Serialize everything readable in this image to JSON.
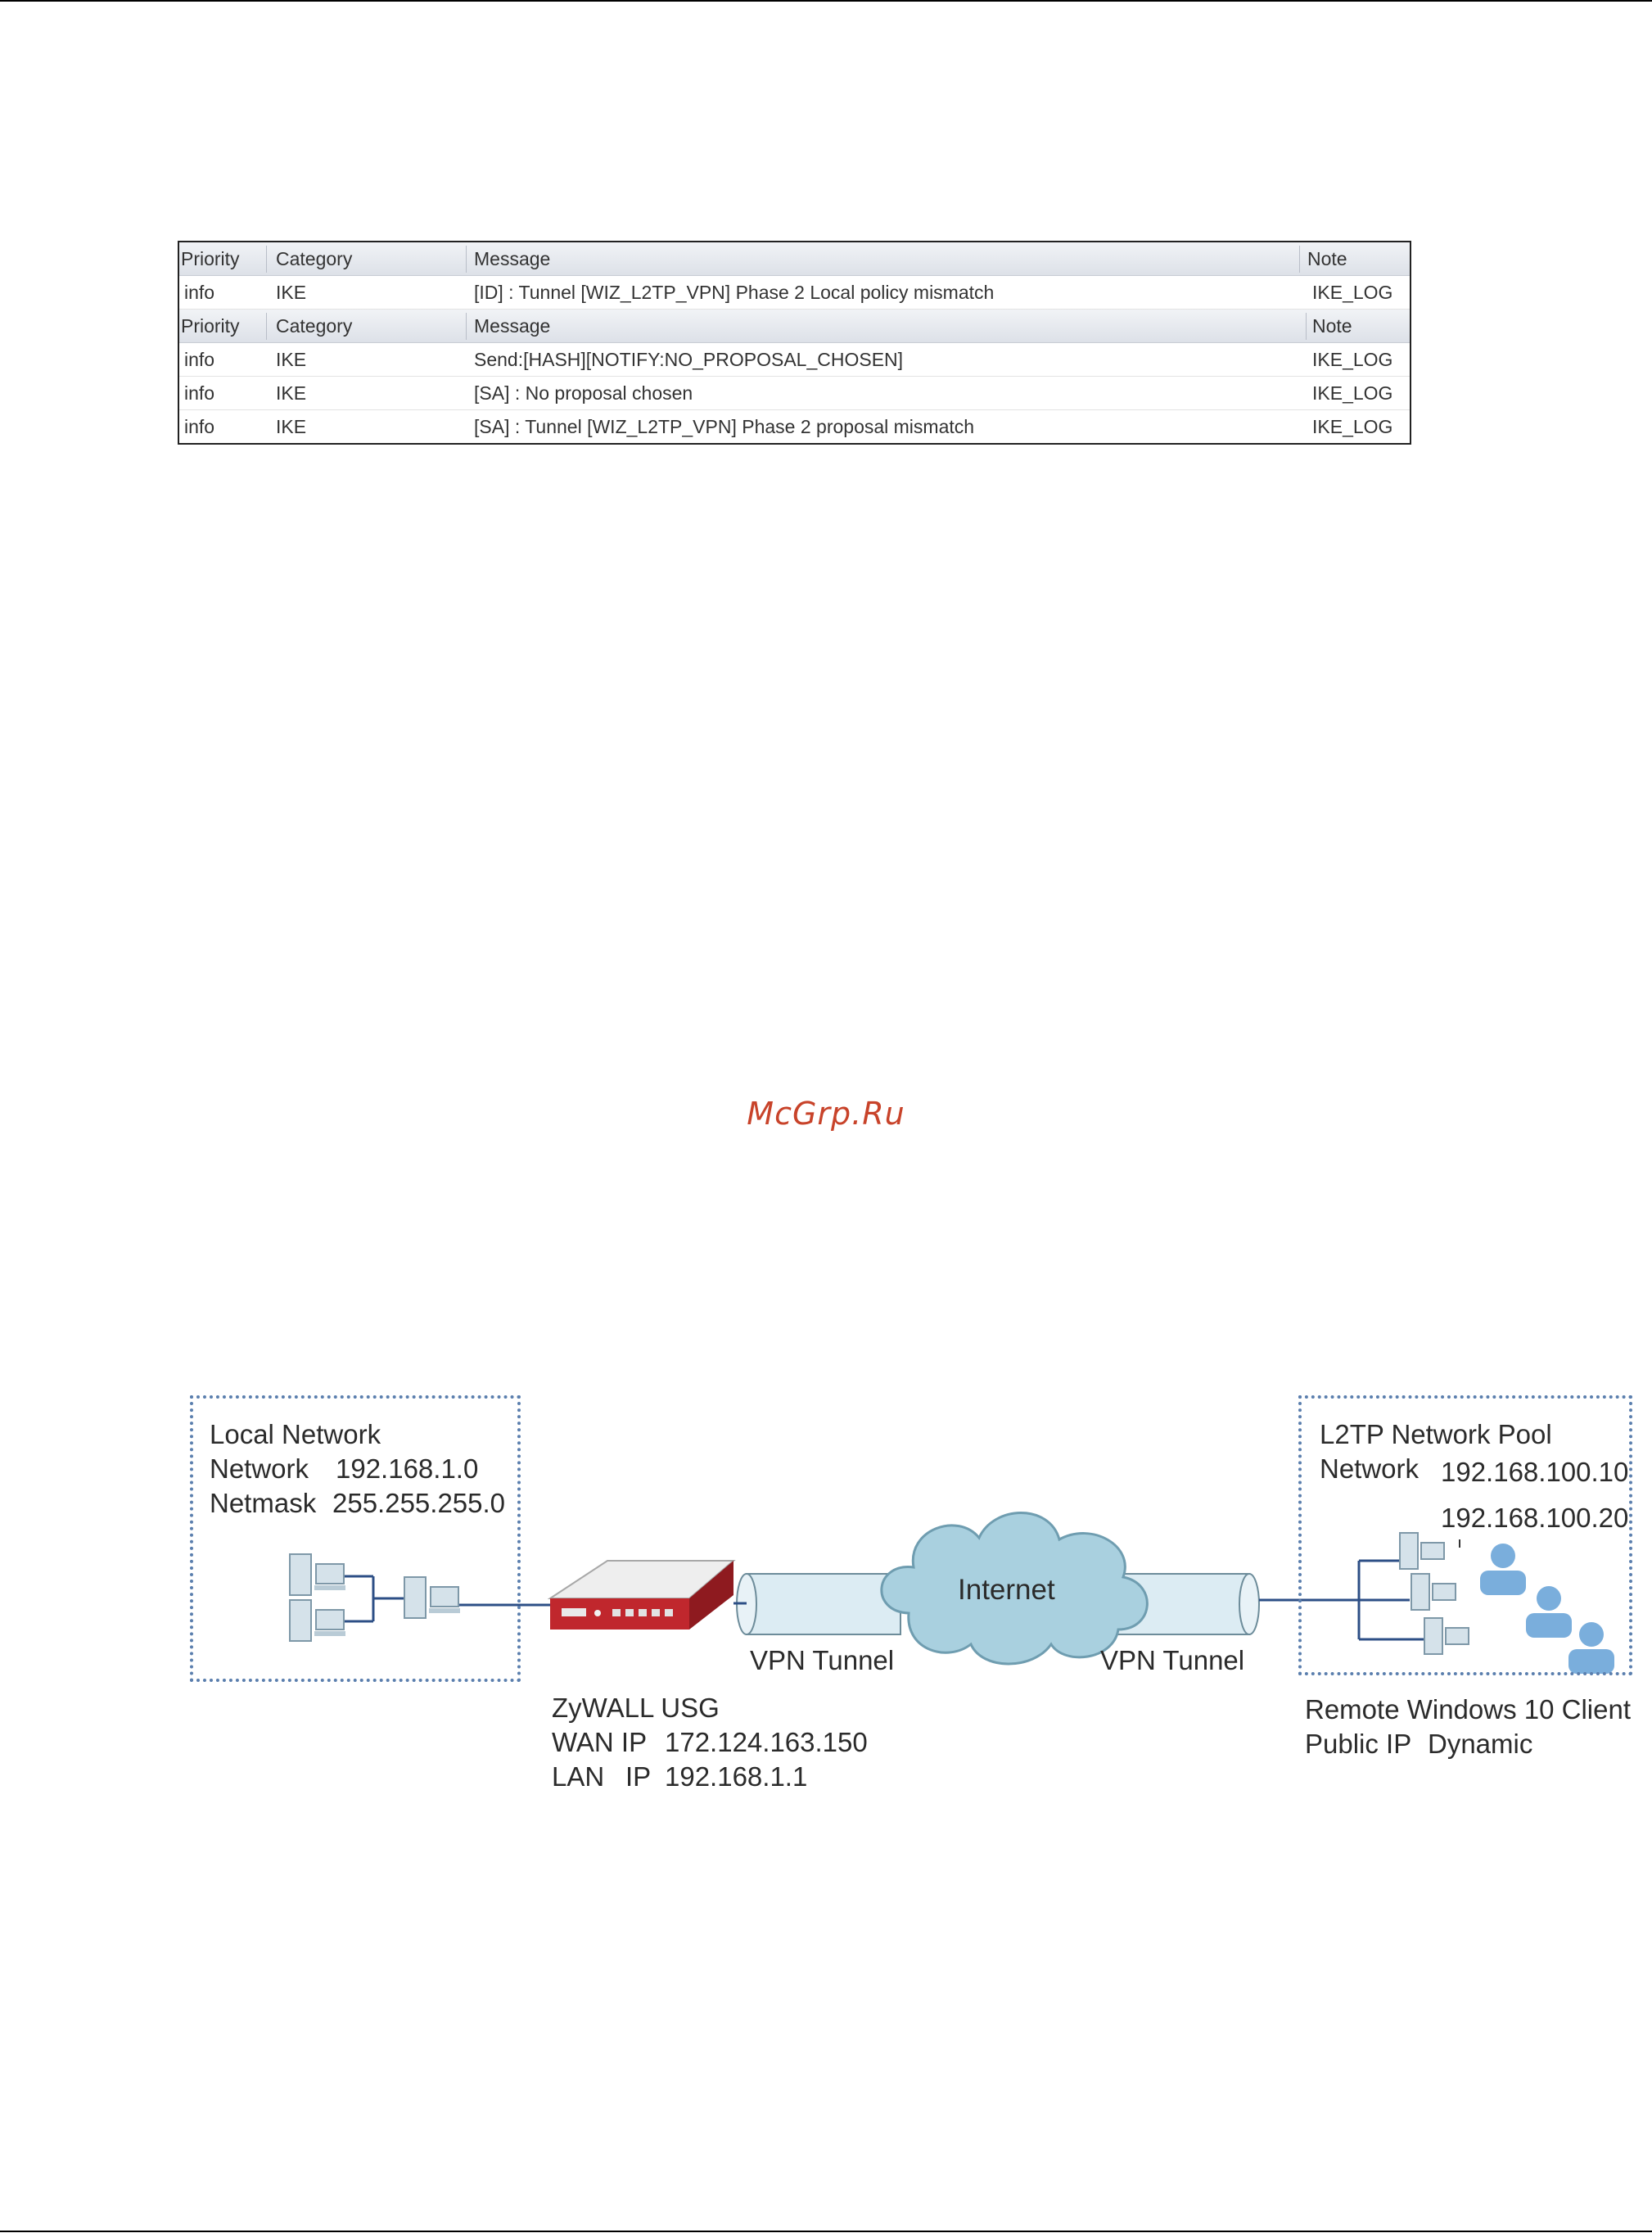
{
  "log_table": {
    "headers": [
      "Priority",
      "Category",
      "Message",
      "Note"
    ],
    "rows": [
      {
        "type": "data",
        "cells": [
          "info",
          "IKE",
          "[ID] : Tunnel [WIZ_L2TP_VPN] Phase 2 Local policy mismatch",
          "IKE_LOG"
        ]
      },
      {
        "type": "header",
        "cells": [
          "Priority",
          "Category",
          "Message",
          "Note"
        ]
      },
      {
        "type": "data",
        "cells": [
          "info",
          "IKE",
          "Send:[HASH][NOTIFY:NO_PROPOSAL_CHOSEN]",
          "IKE_LOG"
        ]
      },
      {
        "type": "data",
        "cells": [
          "info",
          "IKE",
          "[SA] : No proposal chosen",
          "IKE_LOG"
        ]
      },
      {
        "type": "data",
        "cells": [
          "info",
          "IKE",
          "[SA] : Tunnel [WIZ_L2TP_VPN] Phase 2 proposal mismatch",
          "IKE_LOG"
        ]
      }
    ]
  },
  "watermark": "McGrp.Ru",
  "diagram": {
    "local_network": {
      "title": "Local Network",
      "network_label": "Network",
      "network_value": "192.168.1.0",
      "netmask_label": "Netmask",
      "netmask_value": "255.255.255.0"
    },
    "zywall": {
      "name": "ZyWALL USG",
      "wan_label": "WAN IP",
      "wan_value": "172.124.163.150",
      "lan_label": "LAN",
      "lan_ip_label": "IP",
      "lan_value": "192.168.1.1"
    },
    "internet_label": "Internet",
    "vpn_tunnel_left": "VPN Tunnel",
    "vpn_tunnel_right": "VPN Tunnel",
    "l2tp_pool": {
      "title": "L2TP Network Pool",
      "network_label": "Network",
      "range_start": "192.168.100.10",
      "range_end": "192.168.100.20"
    },
    "remote_client": {
      "title": "Remote Windows 10 Client",
      "public_ip_label": "Public IP",
      "public_ip_value": "Dynamic"
    },
    "colors": {
      "box_border": "#5b7fae",
      "tunnel_fill": "#dcecf3",
      "cloud_fill": "#a9d0df",
      "link_line": "#2d4f86",
      "device_red": "#c0272d",
      "person_blue": "#7aaedc"
    },
    "icons": [
      "computer-icon",
      "firewall-device-icon",
      "cloud-icon",
      "tunnel-icon",
      "user-icon"
    ]
  }
}
